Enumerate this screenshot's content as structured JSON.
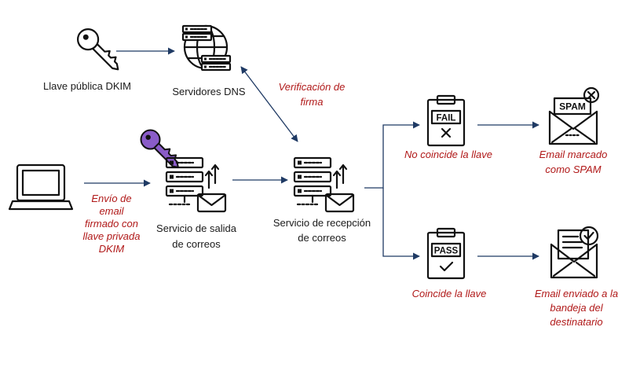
{
  "colors": {
    "ink": "#111111",
    "arrow": "#1f3a64",
    "annotation": "#b01818",
    "key_purple": "#8a5cc8"
  },
  "nodes": {
    "dkim_key": {
      "label": [
        "Llave pública DKIM"
      ],
      "icon": "key-icon"
    },
    "dns": {
      "label": [
        "Servidores DNS"
      ],
      "icon": "globe-servers-icon"
    },
    "laptop": {
      "icon": "laptop-icon"
    },
    "outgoing": {
      "label": [
        "Servicio de salida",
        "de correos"
      ],
      "icon": "mail-server-icon"
    },
    "private_key": {
      "icon": "purple-key-icon"
    },
    "incoming": {
      "label": [
        "Servicio de recepción",
        "de correos"
      ],
      "icon": "mail-server-icon"
    },
    "fail": {
      "icon": "fail-clipboard-icon",
      "badge": "FAIL"
    },
    "pass": {
      "icon": "pass-clipboard-icon",
      "badge": "PASS"
    },
    "spam": {
      "icon": "spam-envelope-icon",
      "badge": "SPAM"
    },
    "inbox": {
      "icon": "checked-envelope-icon"
    }
  },
  "annotations": {
    "verification": [
      "Verificación de",
      "firma"
    ],
    "sending": [
      "Envío de",
      "email",
      "firmado con",
      "llave privada",
      "DKIM"
    ],
    "no_match": [
      "No coincide la llave"
    ],
    "spam_marked": [
      "Email marcado",
      "como SPAM"
    ],
    "match": [
      "Coincide la llave"
    ],
    "inbox_sent": [
      "Email enviado a la",
      "bandeja del",
      "destinatario"
    ]
  }
}
